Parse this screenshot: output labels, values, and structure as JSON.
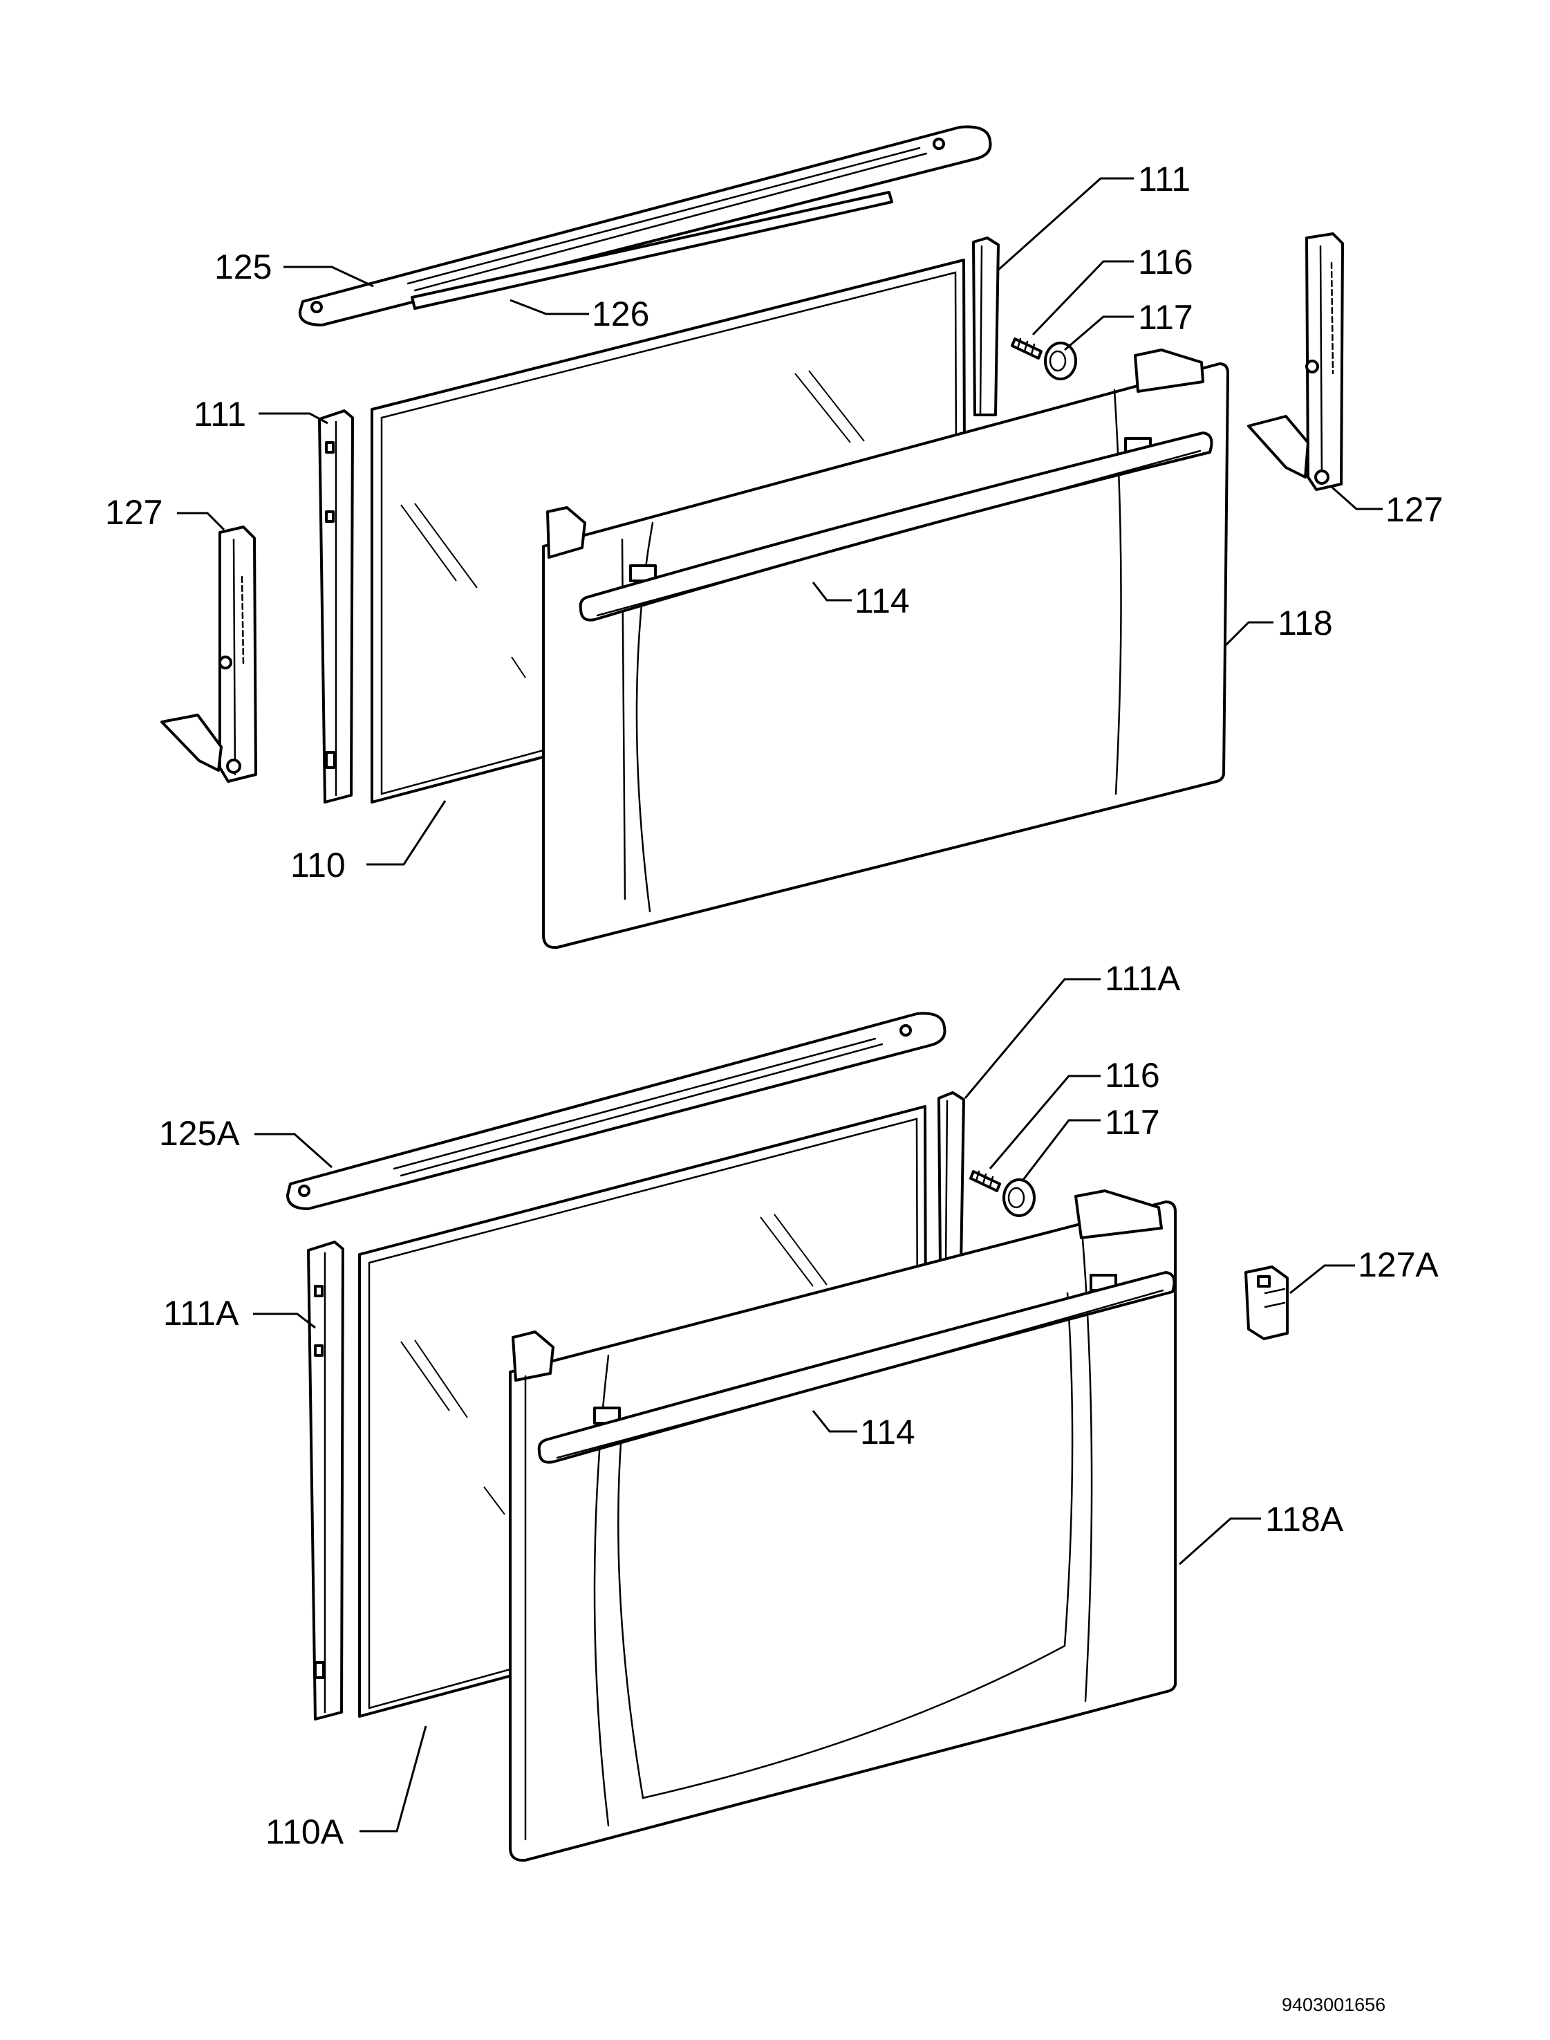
{
  "labels": {
    "top": {
      "125": "125",
      "126": "126",
      "111_right": "111",
      "116": "116",
      "117": "117",
      "111_left": "111",
      "127_left": "127",
      "127_right": "127",
      "114": "114",
      "118": "118",
      "110": "110"
    },
    "bottom": {
      "111A_right": "111A",
      "116": "116",
      "117": "117",
      "125A": "125A",
      "127A": "127A",
      "111A_left": "111A",
      "114": "114",
      "118A": "118A",
      "110A": "110A"
    }
  },
  "drawing_code": "9403001656"
}
